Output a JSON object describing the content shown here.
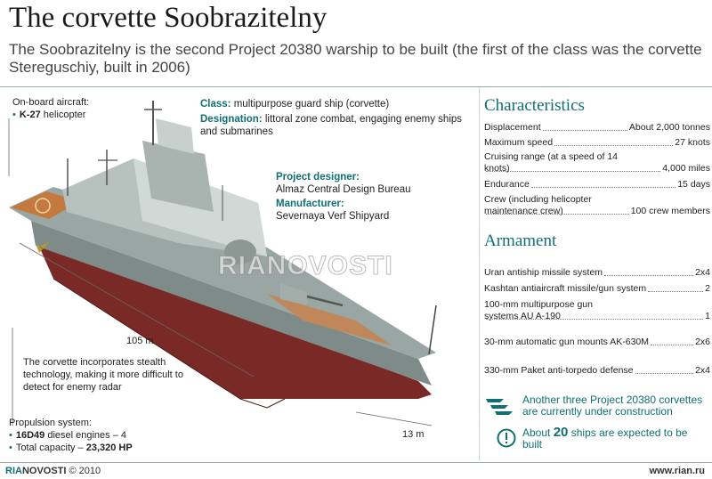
{
  "title": "The corvette Soobrazitelny",
  "subtitle": "The Soobrazitelny is the second Project 20380 warship to be built (the first of the class was the corvette Stereguschiy, built in 2006)",
  "aircraft": {
    "label": "On-board aircraft:",
    "name": "K-27",
    "desc": " helicopter"
  },
  "class_info": {
    "class_label": "Class:",
    "class_value": " multipurpose guard ship (corvette)",
    "designation_label": "Designation:",
    "designation_value": " littoral zone combat, engaging enemy ships and submarines",
    "designer_label": "Project designer:",
    "designer_value": "Almaz Central Design Bureau",
    "manufacturer_label": "Manufacturer:",
    "manufacturer_value": "Severnaya Verf Shipyard"
  },
  "dimensions": {
    "length": "105 m",
    "beam": "13 m"
  },
  "stealth_note": "The corvette incorporates stealth technology, making it more difficult to detect for enemy radar",
  "propulsion": {
    "label": "Propulsion system:",
    "engine_name": "16D49",
    "engine_desc": " diesel engines – 4",
    "capacity_label": "Total capacity – ",
    "capacity_value": "23,320 HP"
  },
  "characteristics": {
    "title": "Characteristics",
    "rows": [
      {
        "label": "Displacement",
        "value": "About 2,000 tonnes"
      },
      {
        "label": "Maximum speed",
        "value": "27 knots"
      },
      {
        "label": "Cruising range (at a speed of 14 knots)",
        "value": "4,000 miles"
      },
      {
        "label": "Endurance",
        "value": "15 days"
      },
      {
        "label": "Crew (including helicopter maintenance crew)",
        "value": "100 crew members"
      }
    ]
  },
  "armament": {
    "title": "Armament",
    "rows": [
      {
        "label": "Uran antiship missile system",
        "value": "2x4"
      },
      {
        "label": "Kashtan antiaircraft missile/gun system",
        "value": "2"
      },
      {
        "label": "100-mm multipurpose gun systems AU A-190",
        "value": "1"
      },
      {
        "label": "30-mm automatic gun mounts AK-630M",
        "value": "2x6"
      },
      {
        "label": "330-mm Paket anti-torpedo defense",
        "value": "2x4"
      }
    ]
  },
  "notes": {
    "construction": "Another three Project 20380 corvettes are currently under construction",
    "expected_pre": "About ",
    "expected_num": "20",
    "expected_post": " ships are expected to be built"
  },
  "watermark": "RIANOVOSTI",
  "footer": {
    "brand_a": "RIA",
    "brand_b": "NOVOSTI",
    "copyright": " © 2010",
    "url": "www.rian.ru"
  },
  "colors": {
    "accent": "#0f6f72",
    "hull": "#7a2a26",
    "deck": "#9aa6a3",
    "helipad": "#c47a3e"
  }
}
